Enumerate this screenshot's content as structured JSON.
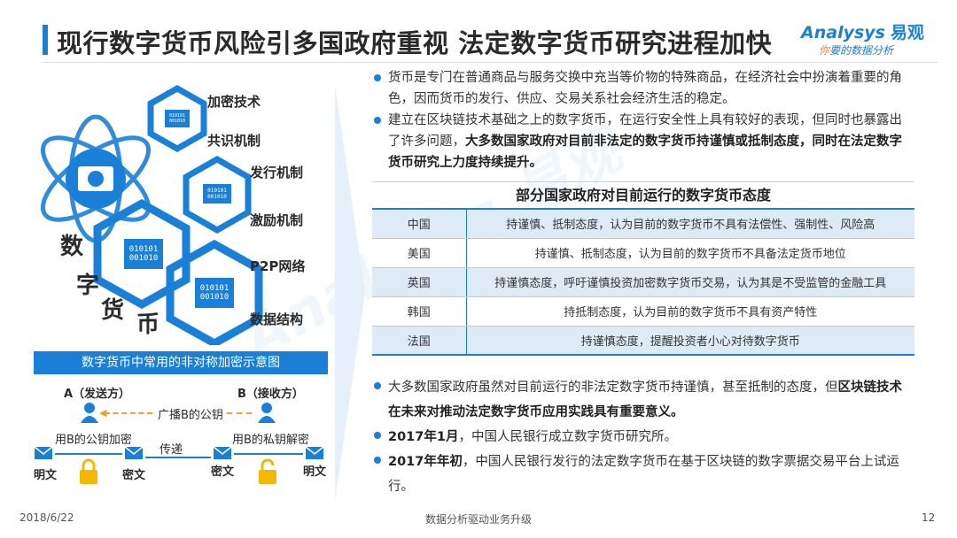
{
  "header": {
    "title": "现行数字货币风险引多国政府重视   法定数字货币研究进程加快",
    "logo_brand": "nalysys",
    "logo_brand_prefix": "A",
    "logo_cn": "易观",
    "logo_slogan_accent": "你",
    "logo_slogan": "要的数据分析"
  },
  "left": {
    "hex_labels": [
      "加密技术",
      "共识机制",
      "发行机制",
      "激励机制",
      "P2P网络",
      "数据结构"
    ],
    "big_chars": [
      "数",
      "字",
      "货",
      "币"
    ],
    "binary_text": [
      "010101",
      "001010"
    ]
  },
  "encryption": {
    "title": "数字货币中常用的非对称加密示意图",
    "party_a": "A（发送方）",
    "party_b": "B（接收方）",
    "broadcast": "广播B的公钥",
    "encrypt_with": "用B的公钥加密",
    "transmit": "传递",
    "decrypt_with": "用B的私钥解密",
    "plaintext1": "明文",
    "ciphertext1": "密文",
    "ciphertext2": "密文",
    "plaintext2": "明文"
  },
  "bullets_top": [
    {
      "text": "货币是专门在普通商品与服务交换中充当等价物的特殊商品，在经济社会中扮演着重要的角色，因而货币的发行、供应、交易关系社会经济生活的稳定。",
      "strong": ""
    },
    {
      "text": "建立在区块链技术基础之上的数字货币，在运行安全性上具有较好的表现，但同时也暴露出了许多问题，",
      "strong": "大多数国家政府对目前非法定的数字货币持谨慎或抵制态度，同时在法定数字货币研究上力度持续提升。"
    }
  ],
  "table": {
    "title": "部分国家政府对目前运行的数字货币态度",
    "rows": [
      {
        "country": "中国",
        "attitude": "持谨慎、抵制态度，认为目前的数字货币不具有法偿性、强制性、风险高"
      },
      {
        "country": "美国",
        "attitude": "持谨慎、抵制态度，认为目前的数字货币不具备法定货币地位"
      },
      {
        "country": "英国",
        "attitude": "持谨慎态度，呼吁谨慎投资加密数字货币交易，认为其是不受监管的金融工具"
      },
      {
        "country": "韩国",
        "attitude": "持抵制态度，认为目前的数字货币不具有资产特性"
      },
      {
        "country": "法国",
        "attitude": "持谨慎态度，提醒投资者小心对待数字货币"
      }
    ]
  },
  "bullets_bottom": [
    {
      "pre": "大多数国家政府虽然对目前运行的非法定数字货币持谨慎，甚至抵制的态度，但",
      "strong": "区块链技术在未来对推动法定数字货币应用实践具有重要意义。",
      "post": ""
    },
    {
      "pre": "",
      "strong": "2017年1月",
      "post": "，中国人民银行成立数字货币研究所。"
    },
    {
      "pre": "",
      "strong": "2017年年初",
      "post": "，中国人民银行发行的法定数字货币在基于区块链的数字票据交易平台上试运行。"
    }
  ],
  "footer": {
    "date": "2018/6/22",
    "center": "数据分析驱动业务升级",
    "page": "12"
  },
  "colors": {
    "accent": "#1a7fd6",
    "orange": "#f0a030",
    "table_stripe": "#dfeaf7"
  }
}
